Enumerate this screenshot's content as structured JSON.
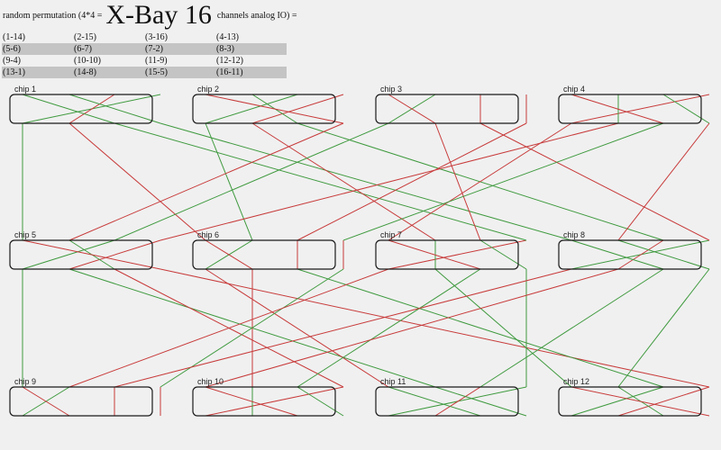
{
  "header": {
    "prefix": "random permutation (4*4 =",
    "title": "X-Bay 16",
    "suffix": "channels analog IO) ="
  },
  "permutation_table": [
    [
      "(1-14)",
      "(2-15)",
      "(3-16)",
      "(4-13)"
    ],
    [
      "(5-6)",
      "(6-7)",
      "(7-2)",
      "(8-3)"
    ],
    [
      "(9-4)",
      "(10-10)",
      "(11-9)",
      "(12-12)"
    ],
    [
      "(13-1)",
      "(14-8)",
      "(15-5)",
      "(16-11)"
    ]
  ],
  "chips": [
    "chip 1",
    "chip 2",
    "chip 3",
    "chip 4",
    "chip 5",
    "chip 6",
    "chip 7",
    "chip 8",
    "chip 9",
    "chip 10",
    "chip 11",
    "chip 12"
  ],
  "colors": {
    "green": "#3f9a3f",
    "red": "#c83a3a",
    "chip_border": "#1a1a1a",
    "background": "#f0f0f0",
    "table_shade": "#c4c4c4"
  }
}
